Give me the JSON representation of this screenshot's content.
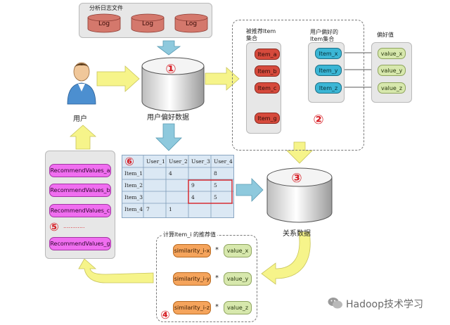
{
  "log_files": {
    "title": "分析日志文件",
    "logs": [
      "Log",
      "Log",
      "Log"
    ]
  },
  "pref_db": {
    "badge": "①",
    "label": "用户偏好数据"
  },
  "user": {
    "label": "用户"
  },
  "panel2": {
    "badge": "②",
    "recommended_title_1": "被推荐Item",
    "recommended_title_2": "集合",
    "recommended_items": [
      "Item_a",
      "Item_b",
      "Item_c",
      "Item_g"
    ],
    "user_pref_title_1": "用户偏好的",
    "user_pref_title_2": "Item集合",
    "user_pref_items": [
      "Item_x",
      "Item_y",
      "Item_z"
    ],
    "pref_value_title": "偏好值",
    "pref_values": [
      "value_x",
      "value_y",
      "value_z"
    ]
  },
  "relation_db": {
    "badge": "③",
    "label": "关系数据"
  },
  "matrix": {
    "badge": "⑥",
    "col_headers": [
      "User_1",
      "User_2",
      "User_3",
      "User_4"
    ],
    "row_headers": [
      "Item_1",
      "Item_2",
      "Item_3",
      "Item_4"
    ],
    "cells": [
      [
        "",
        "4",
        "",
        "8"
      ],
      [
        "",
        "",
        "9",
        "5"
      ],
      [
        "",
        "",
        "4",
        "5"
      ],
      [
        "7",
        "1",
        "",
        ""
      ]
    ]
  },
  "recommend_panel": {
    "badge": "⑤",
    "items": [
      "RecommendValues_a",
      "RecommendValues_b",
      "RecommendValues_c",
      "RecommendValues_g"
    ],
    "ellipsis": "............"
  },
  "compute": {
    "title": "计算Item_i 的推荐值",
    "badge": "④",
    "rows": [
      {
        "sim": "similarity_i-x",
        "op": "*",
        "val": "value_x"
      },
      {
        "sim": "similarity_i-y",
        "op": "*",
        "val": "value_y"
      },
      {
        "sim": "similarity_i-z",
        "op": "*",
        "val": "value_z"
      }
    ]
  },
  "watermark": {
    "text": "Hadoop技术学习"
  },
  "colors": {
    "arrow_yellow": "#f6f48a",
    "arrow_blue": "#8ec9dd"
  }
}
